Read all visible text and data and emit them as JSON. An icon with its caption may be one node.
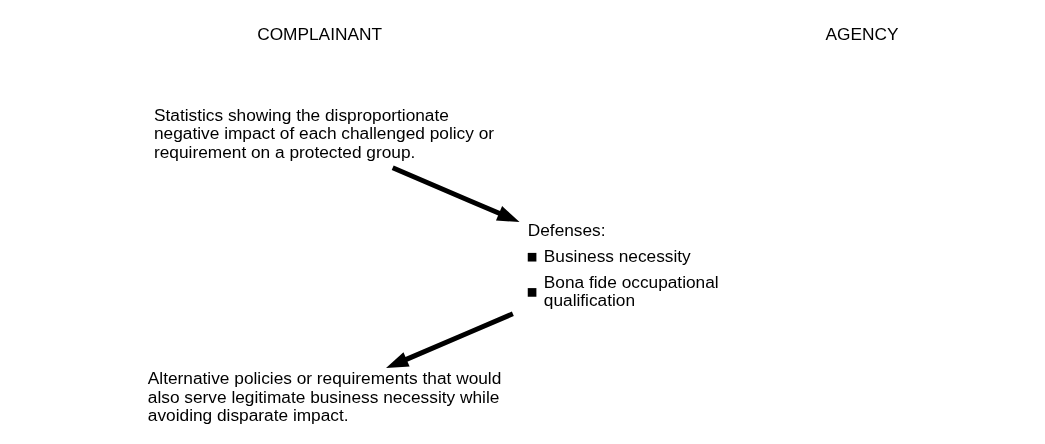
{
  "diagram": {
    "nodes": [
      {
        "text": [
          "Statistics showing the disproportionate negative impact of each challenged policy or requirement on a protected group."
        ]
      },
      {
        "text": [
          "Defenses:",
          "Business necessity",
          "Bona fide occupational qualification"
        ]
      },
      {
        "text": [
          "Alternative policies or requirements that would also serve legitimate business necessity while avoiding disparate impact."
        ]
      }
    ],
    "edges": [
      {
        "from": 0,
        "to": 1,
        "arrow": "to"
      },
      {
        "from": 1,
        "to": 2,
        "arrow": "to"
      }
    ],
    "labels": [
      "COMPLAINANT",
      "AGENCY"
    ]
  }
}
